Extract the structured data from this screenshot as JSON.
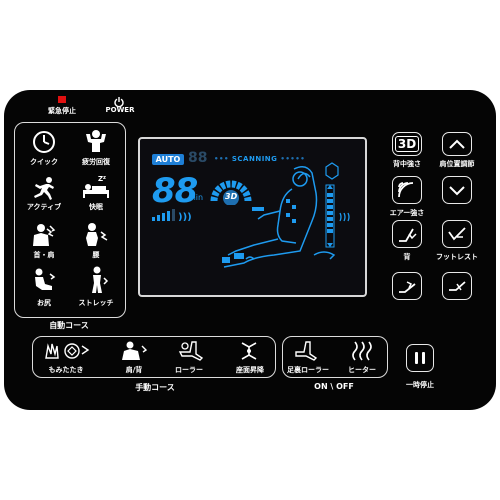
{
  "controller": {
    "emergency_stop": "緊急停止",
    "power": "POWER",
    "auto_section": {
      "title": "自動コース",
      "courses": [
        "クイック",
        "疲労回復",
        "アクティブ",
        "快眠",
        "首・肩",
        "腰",
        "お尻",
        "ストレッチ"
      ]
    },
    "display": {
      "auto": "AUTO",
      "scanning": "SCANNING",
      "time_value": "88",
      "time_unit": "min",
      "mode_3d": "3D"
    },
    "manual_section": {
      "title": "手動コース",
      "items": [
        "もみたたき",
        "肩/背",
        "ローラー",
        "座面昇降"
      ]
    },
    "onoff_section": {
      "title": "ON \\ OFF",
      "items": [
        "足裏ローラー",
        "ヒーター"
      ]
    },
    "right_buttons": {
      "b3d": "3D",
      "strength": "背中強さ",
      "shoulder_adjust": "肩位置調節",
      "air_strength": "エアー強さ",
      "back": "背",
      "footrest": "フットレスト"
    },
    "pause": "一時停止",
    "colors": {
      "accent": "#1e9bf0",
      "emergency": "#e01010",
      "panel": "#050505"
    }
  }
}
